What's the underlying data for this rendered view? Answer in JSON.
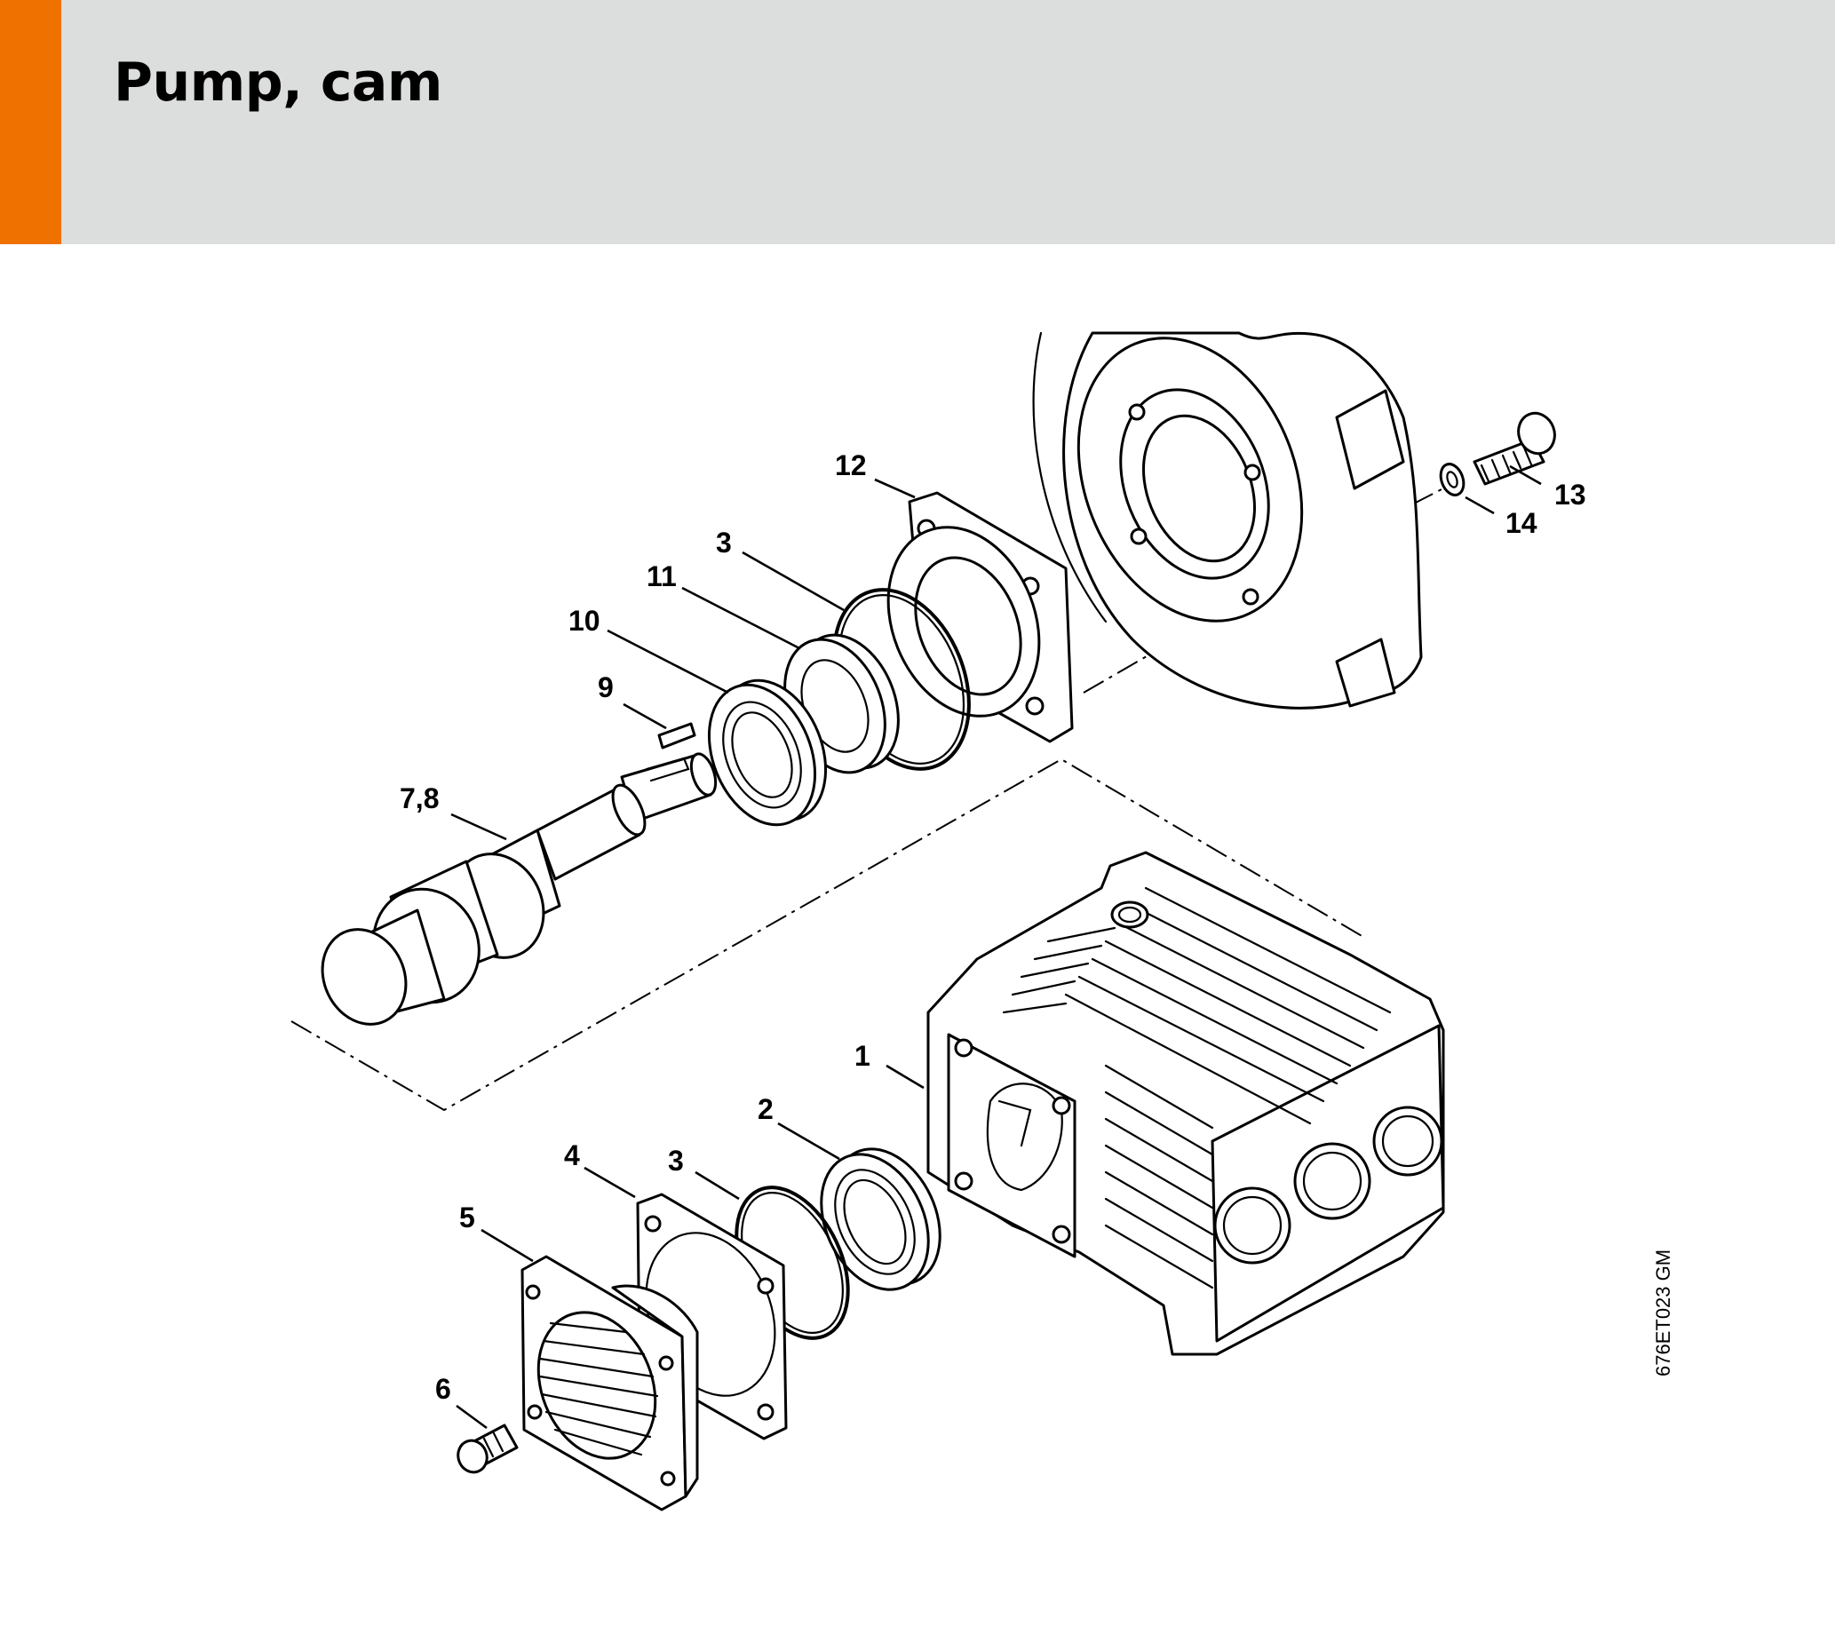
{
  "header": {
    "title": "Pump, cam",
    "accent_color": "#ef7100",
    "band_color": "#dcdddd"
  },
  "diagram": {
    "callouts": [
      {
        "id": "c1",
        "label": "1"
      },
      {
        "id": "c2",
        "label": "2"
      },
      {
        "id": "c3a",
        "label": "3"
      },
      {
        "id": "c3b",
        "label": "3"
      },
      {
        "id": "c4",
        "label": "4"
      },
      {
        "id": "c5",
        "label": "5"
      },
      {
        "id": "c6",
        "label": "6"
      },
      {
        "id": "c78",
        "label": "7,8"
      },
      {
        "id": "c9",
        "label": "9"
      },
      {
        "id": "c10",
        "label": "10"
      },
      {
        "id": "c11",
        "label": "11"
      },
      {
        "id": "c12",
        "label": "12"
      },
      {
        "id": "c13",
        "label": "13"
      },
      {
        "id": "c14",
        "label": "14"
      }
    ],
    "drawing_code": "676ET023 GM"
  }
}
